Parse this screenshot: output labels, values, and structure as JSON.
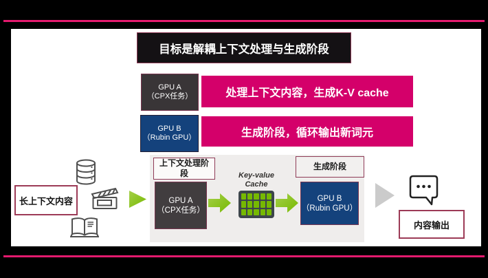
{
  "title": "目标是解耦上下文处理与生成阶段",
  "legend_rows": [
    {
      "chip_line1": "GPU A",
      "chip_line2": "（CPX任务）",
      "desc": "处理上下文内容，生成K-V cache"
    },
    {
      "chip_line1": "GPU B",
      "chip_line2": "（Rubin GPU）",
      "desc": "生成阶段，循环输出新词元"
    }
  ],
  "flow": {
    "input_label": "长上下文内容",
    "context_stage_label": "上下文处理阶段",
    "gpu_a": {
      "line1": "GPU A",
      "line2": "（CPX任务）"
    },
    "kv_cache": {
      "line1": "Key-value",
      "line2": "Cache"
    },
    "generation_stage_label": "生成阶段",
    "gpu_b": {
      "line1": "GPU B",
      "line2": "（Rubin GPU）"
    },
    "output_label": "内容输出"
  },
  "icons": {
    "input_sources": [
      "database-icon",
      "clapperboard-icon",
      "open-book-icon"
    ],
    "cache": "kv-cache-grid-icon",
    "output": "chat-bubble-icon"
  },
  "colors": {
    "accent_line": "#e31a6e",
    "magenta": "#d4006a",
    "charcoal": "#3a3638",
    "blue": "#14427c",
    "nvidia_green": "#76b900",
    "maroon_border": "#9c3a56",
    "panel_gray": "#efedec"
  }
}
